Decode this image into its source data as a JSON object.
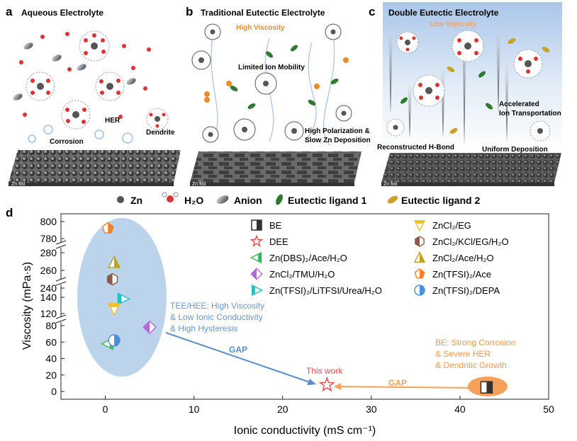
{
  "panels": {
    "a": {
      "letter": "a",
      "title": "Aqueous Electrolyte",
      "labels": [
        "HER",
        "Corrosion",
        "Dendrite"
      ],
      "foil": "Zn foil"
    },
    "b": {
      "letter": "b",
      "title": "Traditional Eutectic Electrolyte",
      "labels": [
        "High Viscosity",
        "Limited Ion Mobility",
        "High Polarization &",
        "Slow Zn Deposition"
      ],
      "foil": "Zn foil"
    },
    "c": {
      "letter": "c",
      "title": "Double Eutectic Electrolyte",
      "labels": [
        "Low Viscosity",
        "Accelerated",
        "Ion Transportation",
        "Reconstructed H-Bond",
        "Uniform Deposition"
      ],
      "foil": "Zn foil"
    }
  },
  "species_legend": [
    {
      "icon": "zn-sphere-icon",
      "label": "Zn"
    },
    {
      "icon": "water-molecule-icon",
      "label": "H₂O"
    },
    {
      "icon": "anion-disk-icon",
      "label": "Anion"
    },
    {
      "icon": "green-ellipse-icon",
      "label": "Eutectic ligand 1"
    },
    {
      "icon": "gold-ellipse-icon",
      "label": "Eutectic ligand 2"
    }
  ],
  "colors": {
    "blue_ellipse": "#b5cfe9",
    "blue_arrow": "#5b8ec7",
    "orange": "#f5a15b",
    "red_star": "#e8484a",
    "tee_text": "#6a97c9",
    "be_text": "#ef9a4e",
    "high_visc": "#ee8a2c",
    "low_visc": "#f4a06a",
    "brown": "#8b5a4a",
    "olive": "#bda21f",
    "purple": "#b56ad6",
    "teal": "#18c2c7",
    "green": "#3cb45b",
    "yellow": "#f2c21b",
    "flame": "#f47f28",
    "half_blue": "#4a8fd8"
  },
  "chart_data": {
    "panel_letter": "d",
    "type": "scatter",
    "xlabel": "Ionic conductivity (mS cm⁻¹)",
    "ylabel": "Viscosity (mPa·s)",
    "xlim": [
      -5,
      50
    ],
    "x_ticks": [
      0,
      10,
      20,
      30,
      40,
      50
    ],
    "y_segments": [
      {
        "range": [
          0,
          90
        ],
        "ticks": [
          0,
          20,
          40,
          60,
          80
        ]
      },
      {
        "range": [
          110,
          150
        ],
        "ticks": [
          120,
          140
        ]
      },
      {
        "range": [
          235,
          290
        ],
        "ticks": [
          240,
          260,
          280
        ]
      },
      {
        "range": [
          770,
          810
        ],
        "ticks": [
          780,
          800
        ]
      }
    ],
    "series": [
      {
        "name": "BE",
        "marker": "half-square",
        "points": [
          [
            43,
            5
          ]
        ]
      },
      {
        "name": "DEE",
        "marker": "star",
        "points": [
          [
            25,
            8
          ]
        ]
      },
      {
        "name": "Zn(DBS)₂/Ace/H₂O",
        "marker": "tri-left",
        "points": [
          [
            0.3,
            58
          ]
        ]
      },
      {
        "name": "ZnCl₂/TMU/H₂O",
        "marker": "diamond",
        "points": [
          [
            5,
            78
          ]
        ]
      },
      {
        "name": "Zn(TFSI)₂/LiTFSI/Urea/H₂O",
        "marker": "tri-right",
        "points": [
          [
            2,
            138
          ]
        ]
      },
      {
        "name": "ZnCl₂/EG",
        "marker": "tri-down",
        "points": [
          [
            1,
            126
          ]
        ]
      },
      {
        "name": "ZnCl₂/KCl/EG/H₂O",
        "marker": "hexagon",
        "points": [
          [
            0.8,
            250
          ]
        ]
      },
      {
        "name": "ZnCl₂/Ace/H₂O",
        "marker": "tri-up",
        "points": [
          [
            1,
            269
          ]
        ]
      },
      {
        "name": "Zn(TFSI)₂/Ace",
        "marker": "pentagon",
        "points": [
          [
            0.3,
            792
          ]
        ]
      },
      {
        "name": "Zn(TFSI)₂/DEPA",
        "marker": "half-circle",
        "points": [
          [
            1,
            62
          ]
        ]
      }
    ],
    "annotations": {
      "tee_lines": [
        "TEE/HEE: High Viscosity",
        "& Low Ionic Conductivity",
        "& High Hysteresis"
      ],
      "be_lines": [
        "BE: Strong Corrosion",
        "& Severe HER",
        "& Dendritic Growth"
      ],
      "this_work": "This work",
      "gap": "GAP"
    }
  }
}
